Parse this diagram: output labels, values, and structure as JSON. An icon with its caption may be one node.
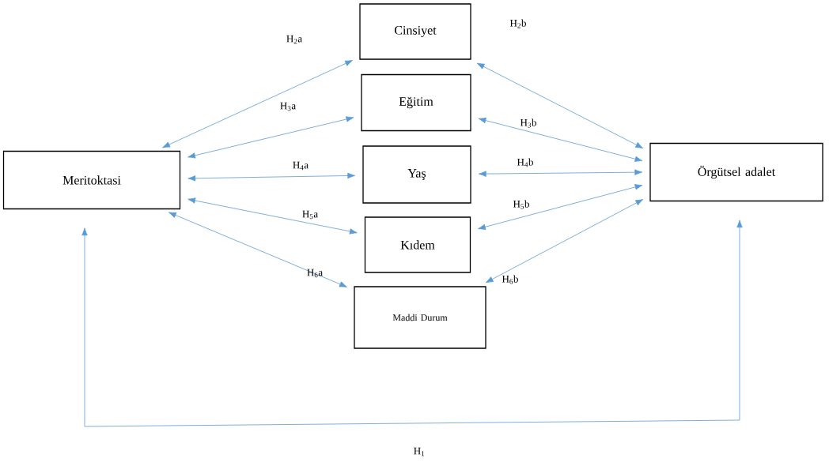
{
  "diagram": {
    "nodes": [
      {
        "text": [
          "Meritoktasi"
        ]
      },
      {
        "text": [
          "Cinsiyet"
        ]
      },
      {
        "text": [
          "Eğitim"
        ]
      },
      {
        "text": [
          "Yaş"
        ]
      },
      {
        "text": [
          "Kıdem"
        ]
      },
      {
        "text": [
          "Maddi Durum"
        ]
      },
      {
        "text": [
          "Örgütsel adalet"
        ]
      }
    ],
    "edges": [
      {
        "from": 0,
        "to": 1,
        "arrow": "both",
        "label": "H$_{2}$a"
      },
      {
        "from": 0,
        "to": 2,
        "arrow": "both",
        "label": "H$_{3}$a"
      },
      {
        "from": 0,
        "to": 3,
        "arrow": "both",
        "label": "H$_{4}$a"
      },
      {
        "from": 0,
        "to": 4,
        "arrow": "both",
        "label": "H$_{5}$a"
      },
      {
        "from": 0,
        "to": 5,
        "arrow": "both",
        "label": "H$_{6}$a"
      },
      {
        "from": 1,
        "to": 6,
        "arrow": "both",
        "label": "H$_{2}$b"
      },
      {
        "from": 2,
        "to": 6,
        "arrow": "both",
        "label": "H$_{3}$b"
      },
      {
        "from": 3,
        "to": 6,
        "arrow": "both",
        "label": "H$_{4}$b"
      },
      {
        "from": 4,
        "to": 6,
        "arrow": "both",
        "label": "H$_{5}$b"
      },
      {
        "from": 5,
        "to": 6,
        "arrow": "both",
        "label": "H$_{6}$b"
      },
      {
        "from": 0,
        "to": 6,
        "arrow": "both",
        "label": "H$_{1}$"
      }
    ]
  }
}
